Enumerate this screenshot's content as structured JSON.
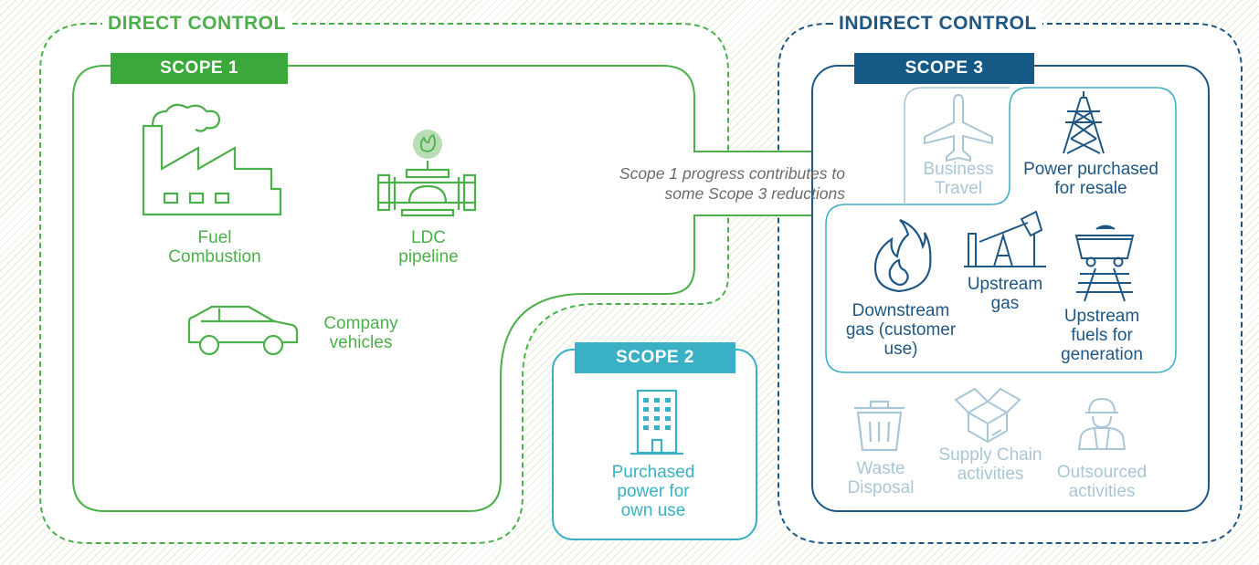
{
  "colors": {
    "green": "#4bb04a",
    "scope1_tag": "#3aa83a",
    "navy": "#1e5783",
    "scope3_tag": "#155a87",
    "teal": "#3ab0c4",
    "light_blue": "#a9c6d6",
    "arrow_grey": "#7a7a7a"
  },
  "direct_control": {
    "title": "DIRECT CONTROL",
    "scope1": {
      "tag": "SCOPE 1",
      "items": {
        "fuel_combustion": "Fuel\nCombustion",
        "ldc_pipeline": "LDC\npipeline",
        "company_vehicles": "Company\nvehicles"
      }
    },
    "scope2": {
      "tag": "SCOPE 2",
      "items": {
        "purchased_power": "Purchased\npower for\nown use"
      }
    }
  },
  "arrow_note": "Scope 1 progress contributes to\nsome Scope 3 reductions",
  "indirect_control": {
    "title": "INDIRECT CONTROL",
    "scope3": {
      "tag": "SCOPE 3",
      "items": {
        "business_travel": "Business\nTravel",
        "power_resale": "Power purchased\nfor resale",
        "downstream_gas": "Downstream\ngas (customer\nuse)",
        "upstream_gas": "Upstream\ngas",
        "upstream_fuels": "Upstream\nfuels for\ngeneration",
        "waste_disposal": "Waste\nDisposal",
        "supply_chain": "Supply Chain\nactivities",
        "outsourced": "Outsourced\nactivities"
      }
    }
  }
}
